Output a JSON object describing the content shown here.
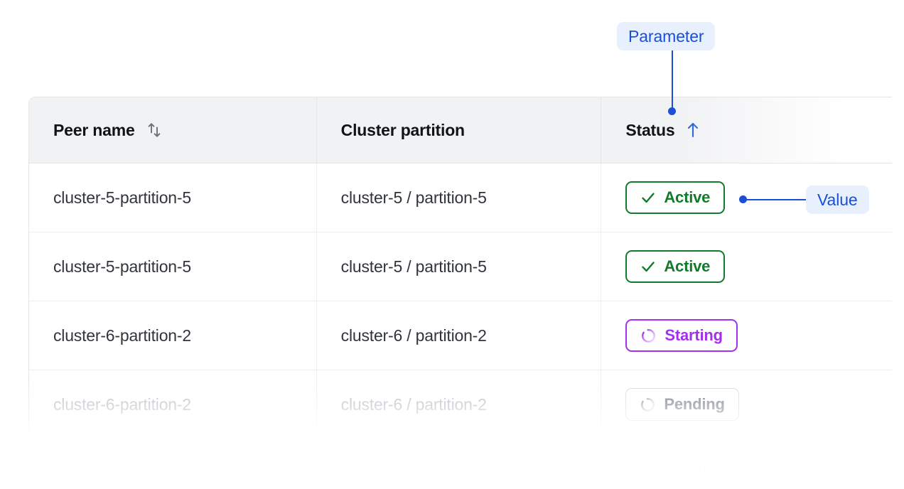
{
  "table": {
    "columns": [
      {
        "label": "Peer name",
        "sort_icon": "sort-updown-icon",
        "sort_state": "none"
      },
      {
        "label": "Cluster partition",
        "sort_icon": "",
        "sort_state": "none"
      },
      {
        "label": "Status",
        "sort_icon": "arrow-up-icon",
        "sort_state": "ascending"
      }
    ],
    "rows": [
      {
        "peer_name": "cluster-5-partition-5",
        "cluster_partition": "cluster-5 / partition-5",
        "status": {
          "label": "Active",
          "icon": "check-icon",
          "variant": "active"
        },
        "muted": false
      },
      {
        "peer_name": "cluster-5-partition-5",
        "cluster_partition": "cluster-5 / partition-5",
        "status": {
          "label": "Active",
          "icon": "check-icon",
          "variant": "active"
        },
        "muted": false
      },
      {
        "peer_name": "cluster-6-partition-2",
        "cluster_partition": "cluster-6 / partition-2",
        "status": {
          "label": "Starting",
          "icon": "spinner-icon",
          "variant": "starting"
        },
        "muted": false
      },
      {
        "peer_name": "cluster-6-partition-2",
        "cluster_partition": "cluster-6 / partition-2",
        "status": {
          "label": "Pending",
          "icon": "spinner-icon",
          "variant": "pending"
        },
        "muted": true
      }
    ]
  },
  "annotations": {
    "parameter": {
      "label": "Parameter",
      "points_to": "status-column-header"
    },
    "value": {
      "label": "Value",
      "points_to": "status-badge-row-1"
    }
  },
  "colors": {
    "annotation_text": "#1a4fd6",
    "annotation_bg": "#e8f0fe",
    "header_bg": "#f1f2f4",
    "active": "#127a2b",
    "starting": "#a32ff0",
    "pending": "#7c838c",
    "body_text": "#31353b",
    "muted_text": "#b9bdc4",
    "border": "#e3e5e8"
  }
}
